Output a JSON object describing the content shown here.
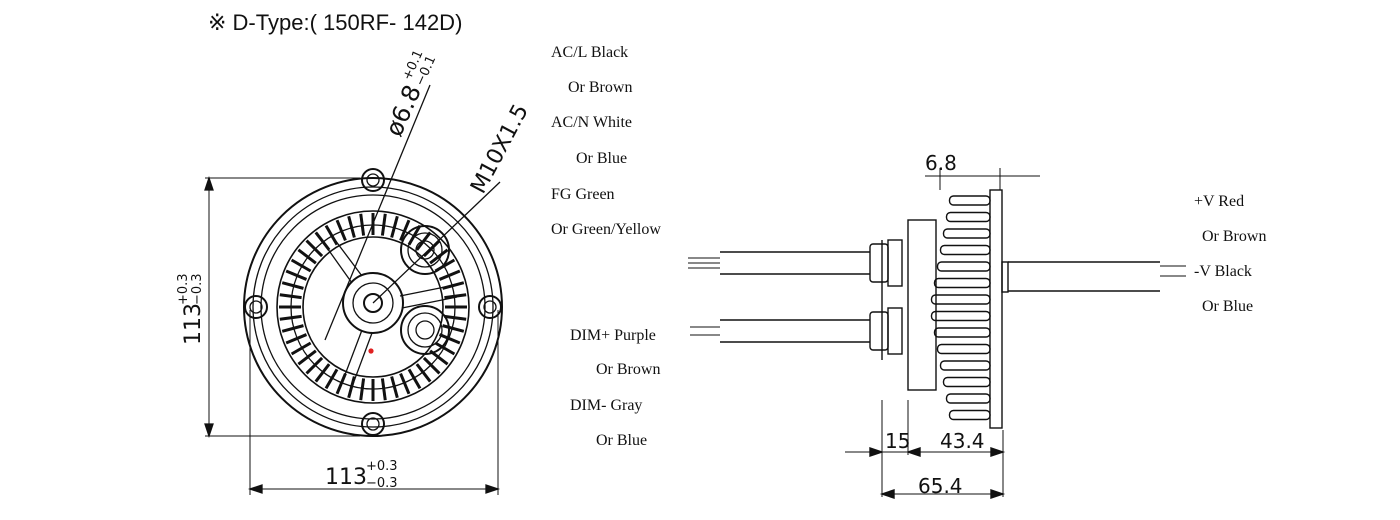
{
  "title": "※  D-Type:( 150RF- 142D)",
  "front_view": {
    "hole_dim": "ø6.8",
    "hole_tol_plus": "+0.1",
    "hole_tol_minus": "−0.1",
    "thread_dim": "M10X1.5",
    "height_dim": "113",
    "height_tol_plus": "+0.3",
    "height_tol_minus": "−0.3",
    "width_dim": "113",
    "width_tol_plus": "+0.3",
    "width_tol_minus": "−0.3"
  },
  "ac_wires": {
    "lines": [
      "AC/L Black",
      "Or Brown",
      "AC/N White",
      "Or Blue",
      "FG     Green",
      "Or Green/Yellow"
    ]
  },
  "dim_wires": {
    "lines": [
      "DIM+  Purple",
      "Or Brown",
      "DIM-  Gray",
      "Or Blue"
    ]
  },
  "output_wires": {
    "lines": [
      "+V    Red",
      "Or Brown",
      "-V    Black",
      "Or Blue"
    ]
  },
  "side_view": {
    "top_dim": "6.8",
    "dim_15": "15",
    "dim_43_4": "43.4",
    "dim_65_4": "65.4"
  },
  "colors": {
    "line": "#111111",
    "marker": "#e02020"
  }
}
